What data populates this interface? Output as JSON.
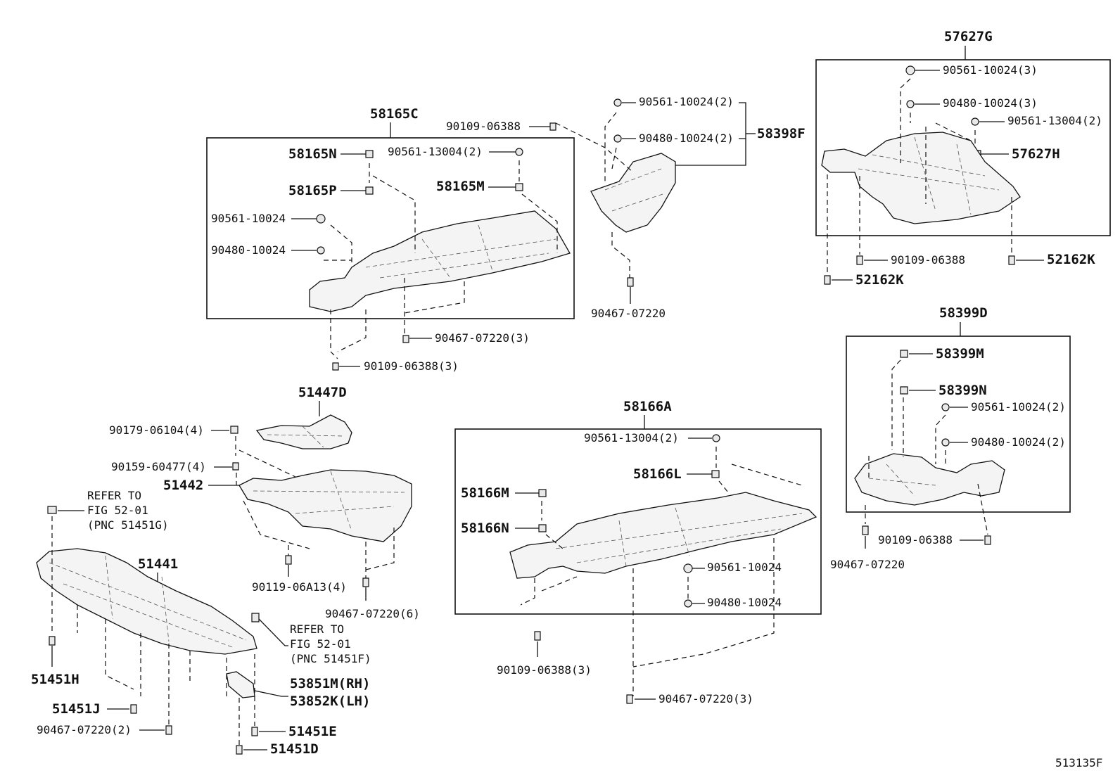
{
  "labels": {
    "p58165C": "58165C",
    "p58165N": "58165N",
    "p58165P": "58165P",
    "p58165M": "58165M",
    "p90561_13004_2a": "90561-13004(2)",
    "p90561_10024_a": "90561-10024",
    "p90480_10024_a": "90480-10024",
    "p90467_07220_3a": "90467-07220(3)",
    "p90109_06388_3a": "90109-06388(3)",
    "p90109_06388_a": "90109-06388",
    "p90561_10024_2a": "90561-10024(2)",
    "p90480_10024_2a": "90480-10024(2)",
    "p58398F": "58398F",
    "p90467_07220_a": "90467-07220",
    "p57627G": "57627G",
    "p90561_10024_3": "90561-10024(3)",
    "p90480_10024_3": "90480-10024(3)",
    "p90561_13004_2b": "90561-13004(2)",
    "p57627H": "57627H",
    "p90109_06388_b": "90109-06388",
    "p52162K_a": "52162K",
    "p52162K_b": "52162K",
    "p58399D": "58399D",
    "p58399M": "58399M",
    "p58399N": "58399N",
    "p90561_10024_2b": "90561-10024(2)",
    "p90480_10024_2b": "90480-10024(2)",
    "p90109_06388_c": "90109-06388",
    "p90467_07220_b": "90467-07220",
    "p51447D": "51447D",
    "p90179_06104_4": "90179-06104(4)",
    "p90159_60477_4": "90159-60477(4)",
    "p51442": "51442",
    "p90119_06A13_4": "90119-06A13(4)",
    "p90467_07220_6": "90467-07220(6)",
    "refer_a_1": "REFER TO",
    "refer_a_2": "FIG 52-01",
    "refer_a_3": "(PNC 51451G)",
    "p51441": "51441",
    "p51451H": "51451H",
    "p51451J": "51451J",
    "p90467_07220_2": "90467-07220(2)",
    "refer_b_1": "REFER TO",
    "refer_b_2": "FIG 52-01",
    "refer_b_3": "(PNC 51451F)",
    "p53851M": "53851M(RH)",
    "p53852K": "53852K(LH)",
    "p51451E": "51451E",
    "p51451D": "51451D",
    "p58166A": "58166A",
    "p90561_13004_2c": "90561-13004(2)",
    "p58166L": "58166L",
    "p58166M": "58166M",
    "p58166N": "58166N",
    "p90561_10024_b": "90561-10024",
    "p90480_10024_b": "90480-10024",
    "p90109_06388_3b": "90109-06388(3)",
    "p90467_07220_3b": "90467-07220(3)",
    "figure_id": "513135F"
  }
}
